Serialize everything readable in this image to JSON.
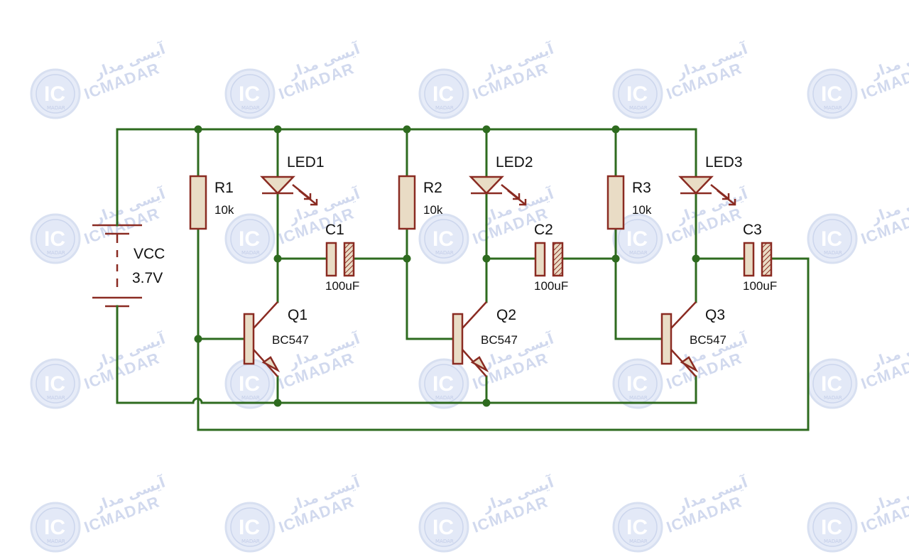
{
  "watermark": {
    "logo_text": "IC",
    "logo_subtext": "MADAR",
    "brand_latin": "ICMADAR",
    "brand_persian": "آیسی مدار",
    "color": "#c9d3ec"
  },
  "schematic": {
    "wire_color": "#2e6b1f",
    "component_color": "#8a2b22",
    "component_fill": "#e9dcc5",
    "supply": {
      "name": "VCC",
      "value": "3.7V"
    },
    "resistors": [
      {
        "name": "R1",
        "value": "10k"
      },
      {
        "name": "R2",
        "value": "10k"
      },
      {
        "name": "R3",
        "value": "10k"
      }
    ],
    "leds": [
      {
        "name": "LED1"
      },
      {
        "name": "LED2"
      },
      {
        "name": "LED3"
      }
    ],
    "capacitors": [
      {
        "name": "C1",
        "value": "100uF"
      },
      {
        "name": "C2",
        "value": "100uF"
      },
      {
        "name": "C3",
        "value": "100uF"
      }
    ],
    "transistors": [
      {
        "name": "Q1",
        "model": "BC547"
      },
      {
        "name": "Q2",
        "model": "BC547"
      },
      {
        "name": "Q3",
        "model": "BC547"
      }
    ]
  }
}
